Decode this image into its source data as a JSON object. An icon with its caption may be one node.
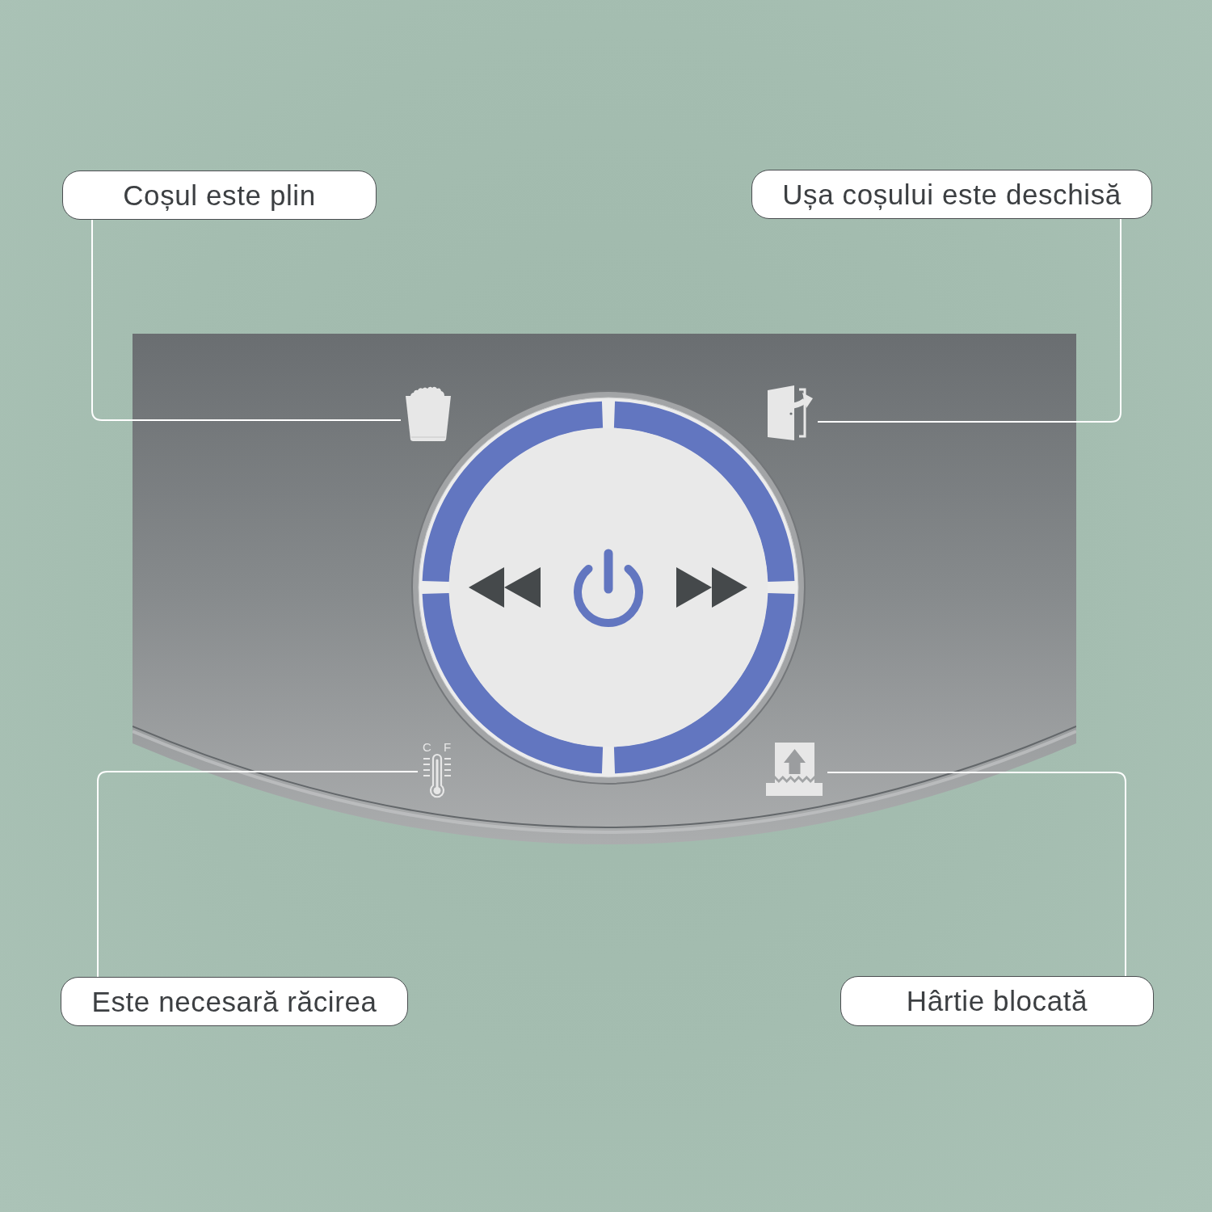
{
  "diagram": {
    "nodes": [
      {
        "text": [
          "Coșul este plin"
        ]
      },
      {
        "text": [
          "Ușa coșului este deschisă"
        ]
      },
      {
        "text": [],
        "shape": "picture"
      },
      {
        "text": [],
        "shape": "picture"
      },
      {
        "text": [],
        "shape": "picture",
        "beside": [
          "C",
          "F"
        ]
      },
      {
        "text": [],
        "shape": "picture"
      },
      {
        "text": [
          "Este necesară răcirea"
        ]
      },
      {
        "text": [
          "Hârtie blocată"
        ]
      }
    ],
    "edges": [
      {
        "from": 0,
        "to": 2,
        "arrow": "none"
      },
      {
        "from": 1,
        "to": 3,
        "arrow": "none"
      },
      {
        "from": 6,
        "to": 4,
        "arrow": "none"
      },
      {
        "from": 7,
        "to": 5,
        "arrow": "none"
      }
    ]
  }
}
